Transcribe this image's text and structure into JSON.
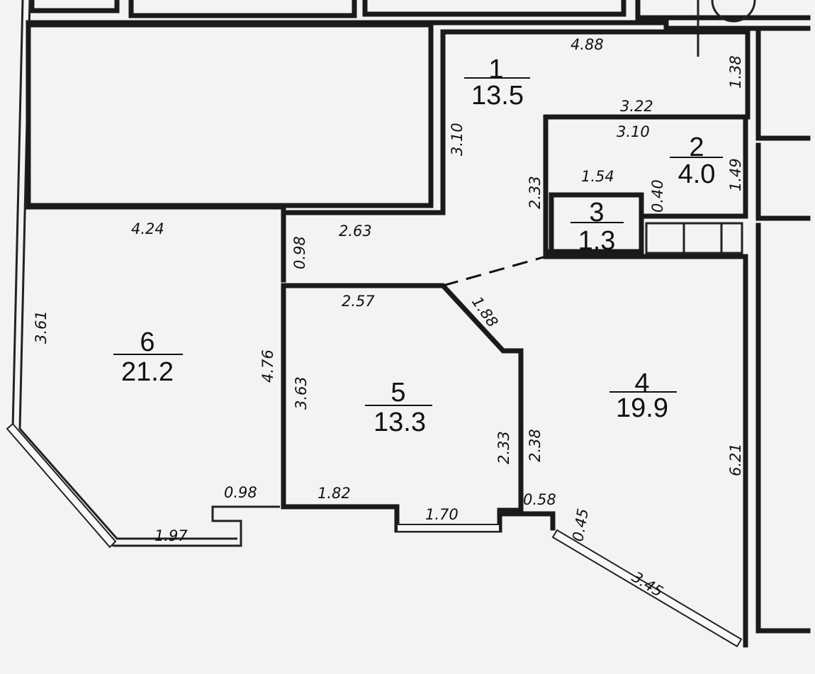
{
  "rooms": [
    {
      "number": "1",
      "area": "13.5"
    },
    {
      "number": "2",
      "area": "4.0"
    },
    {
      "number": "3",
      "area": "1.3"
    },
    {
      "number": "4",
      "area": "19.9"
    },
    {
      "number": "5",
      "area": "13.3"
    },
    {
      "number": "6",
      "area": "21.2"
    }
  ],
  "dimensions": {
    "r1_top": "4.88",
    "r1_right": "1.38",
    "r1_left": "3.10",
    "r2_top_outer": "3.22",
    "r2_top": "3.10",
    "r2_right": "1.49",
    "r2_left": "2.33",
    "r3_top": "1.54",
    "r3_right": "0.40",
    "corridor_top": "2.63",
    "corridor_left": "0.98",
    "r6_top": "4.24",
    "r6_left": "3.61",
    "r6_right": "4.76",
    "r6_bottom": "0.98",
    "r6_window": "1.97",
    "r5_top": "2.57",
    "r5_diag": "1.88",
    "r5_left": "3.63",
    "r5_right": "2.33",
    "r5_bottom": "1.82",
    "r5_window": "1.70",
    "r4_left": "2.38",
    "r4_right": "6.21",
    "r4_stub": "0.58",
    "r4_diag_short": "0.45",
    "r4_window": "3.45"
  }
}
